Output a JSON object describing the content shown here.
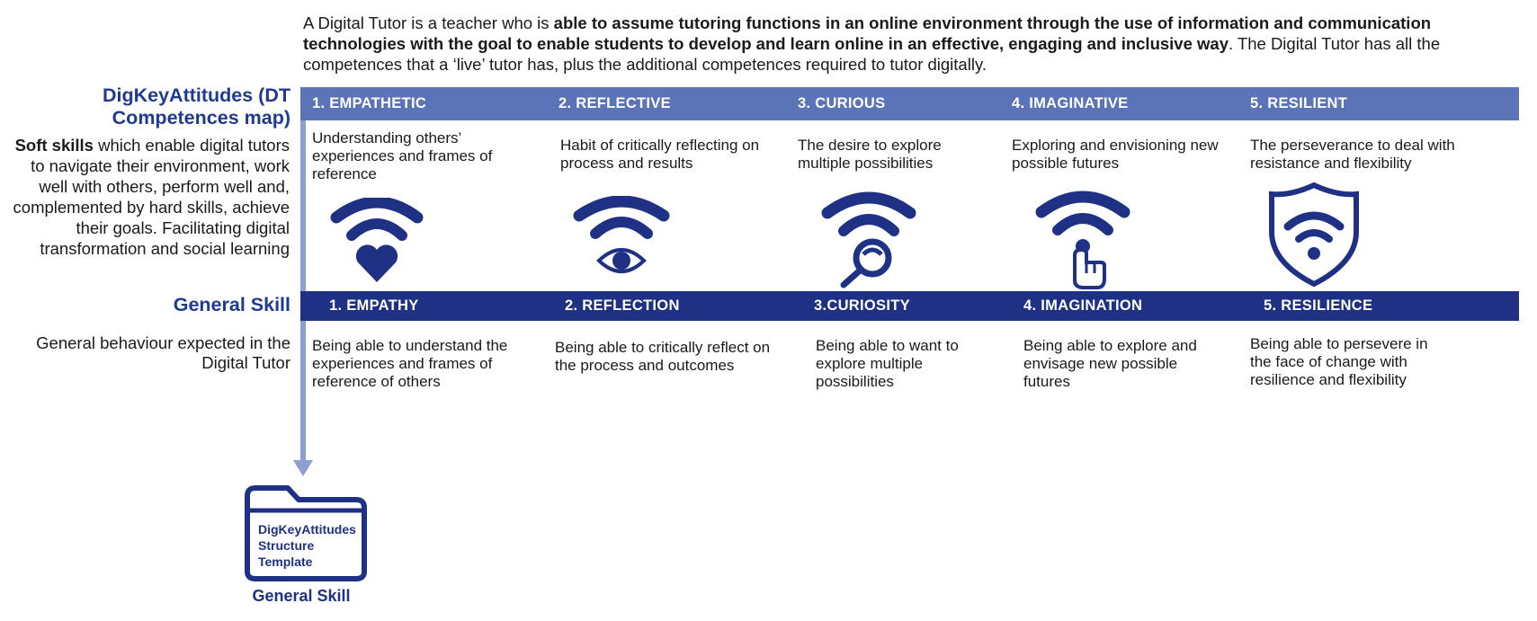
{
  "intro": {
    "part1": "A Digital Tutor is a teacher who is ",
    "bold": "able to assume tutoring functions in an online environment through the use of information and communication technologies with the goal to enable students to develop and learn online in an effective, engaging and inclusive way",
    "part2": ". The Digital Tutor has all the competences that a ‘live’ tutor has, plus the additional competences required to tutor digitally."
  },
  "left": {
    "title_line1": "DigKeyAttitudes (DT",
    "title_line2": "Competences map)",
    "soft_bold": "Soft skills",
    "soft_rest": " which enable digital tutors to navigate their environment, work well with others, perform well and, complemented by hard skills, achieve their goals. Facilitating digital transformation and social learning",
    "general_title": "General Skill",
    "general_desc": "General behaviour expected in the Digital Tutor"
  },
  "attitudes": [
    {
      "label": "1. EMPATHETIC",
      "desc": "Understanding others’ experiences and frames of reference",
      "icon": "wifi-heart-icon"
    },
    {
      "label": "2. REFLECTIVE",
      "desc": "Habit of critically reflecting on process and results",
      "icon": "wifi-eye-icon"
    },
    {
      "label": "3. CURIOUS",
      "desc": "The desire to explore multiple possibilities",
      "icon": "wifi-magnifier-icon"
    },
    {
      "label": "4. IMAGINATIVE",
      "desc": "Exploring and envisioning new possible futures",
      "icon": "wifi-hand-icon"
    },
    {
      "label": "5. RESILIENT",
      "desc": "The perseverance to deal with resistance and flexibility",
      "icon": "wifi-shield-icon"
    }
  ],
  "skills": [
    {
      "label": "1. EMPATHY",
      "desc": "Being able to understand the experiences and frames of reference of others"
    },
    {
      "label": "2. REFLECTION",
      "desc": "Being able to critically reflect on the process and outcomes"
    },
    {
      "label": "3.CURIOSITY",
      "desc": "Being able to want to explore multiple possibilities"
    },
    {
      "label": "4. IMAGINATION",
      "desc": "Being able to explore and envisage new possible futures"
    },
    {
      "label": "5. RESILIENCE",
      "desc": "Being able to persevere in the face of change with resilience and flexibility"
    }
  ],
  "folder": {
    "line1": "DigKeyAttitudes",
    "line2": "Structure",
    "line3": "Template",
    "caption": "General Skill",
    "icon": "folder-icon"
  },
  "colors": {
    "light_bar": "#5b74b8",
    "dark_bar": "#1e3185",
    "title_blue": "#1f3a93",
    "arrow": "#8c9fd0"
  }
}
